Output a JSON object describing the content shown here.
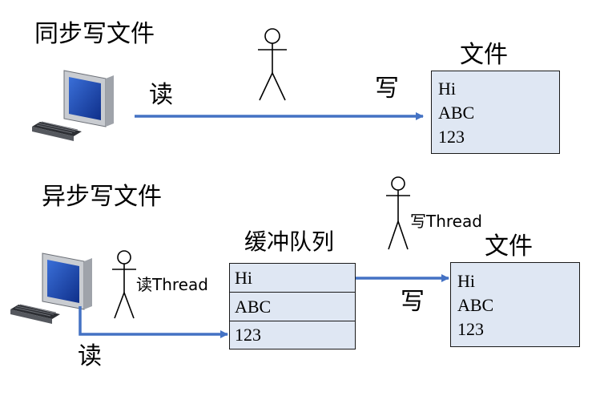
{
  "sync": {
    "title": "同步写文件",
    "read_label": "读",
    "write_label": "写",
    "file_title": "文件",
    "file_lines": [
      "Hi",
      "ABC",
      "123"
    ]
  },
  "async": {
    "title": "异步写文件",
    "read_label": "读",
    "read_thread_label": "读Thread",
    "write_thread_label": "写Thread",
    "write_label": "写",
    "queue_title": "缓冲队列",
    "queue_items": [
      "Hi",
      "ABC",
      "123"
    ],
    "file_title": "文件",
    "file_lines": [
      "Hi",
      "ABC",
      "123"
    ]
  },
  "colors": {
    "arrow": "#4472c4",
    "box_fill": "#dfe7f3",
    "stroke": "#1a1a1a"
  },
  "icons": [
    "computer-icon",
    "person-icon"
  ]
}
